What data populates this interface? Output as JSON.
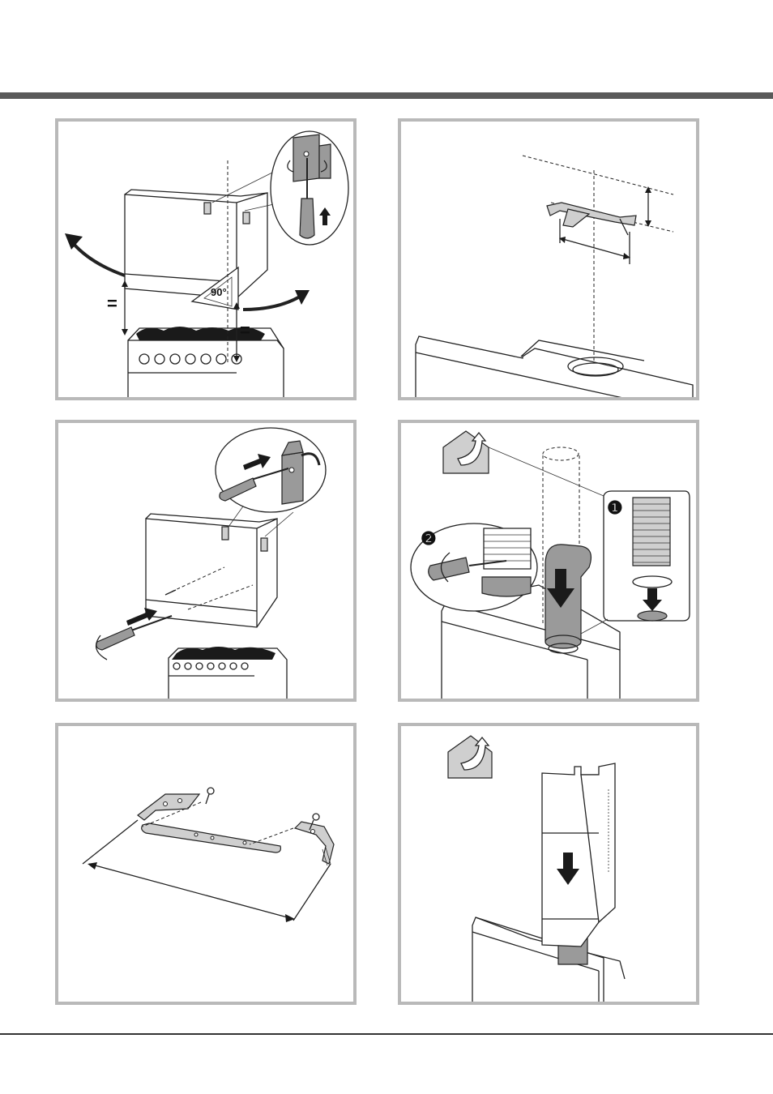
{
  "labels": {
    "equal_left": "=",
    "equal_right": "=",
    "angle": "90°",
    "step_one": "❶",
    "step_two": "❷"
  },
  "colors": {
    "frame": "#b9b9b9",
    "header_bar": "#5a5a5a",
    "appliance_grey": "#cfcfcf",
    "duct_grey": "#9a9a9a"
  },
  "icons": {
    "panel1": [
      "screwdriver-icon",
      "bracket-icon",
      "rotate-arrow-icon",
      "up-arrow-icon"
    ],
    "panel3": [
      "screwdriver-icon",
      "bracket-icon",
      "push-arrow-icon"
    ],
    "panel4": [
      "house-vent-icon",
      "flexible-duct-icon",
      "hose-clamp-icon",
      "down-arrow-icon"
    ],
    "panel6": [
      "house-vent-icon",
      "chimney-cover-icon",
      "down-arrow-icon"
    ]
  }
}
